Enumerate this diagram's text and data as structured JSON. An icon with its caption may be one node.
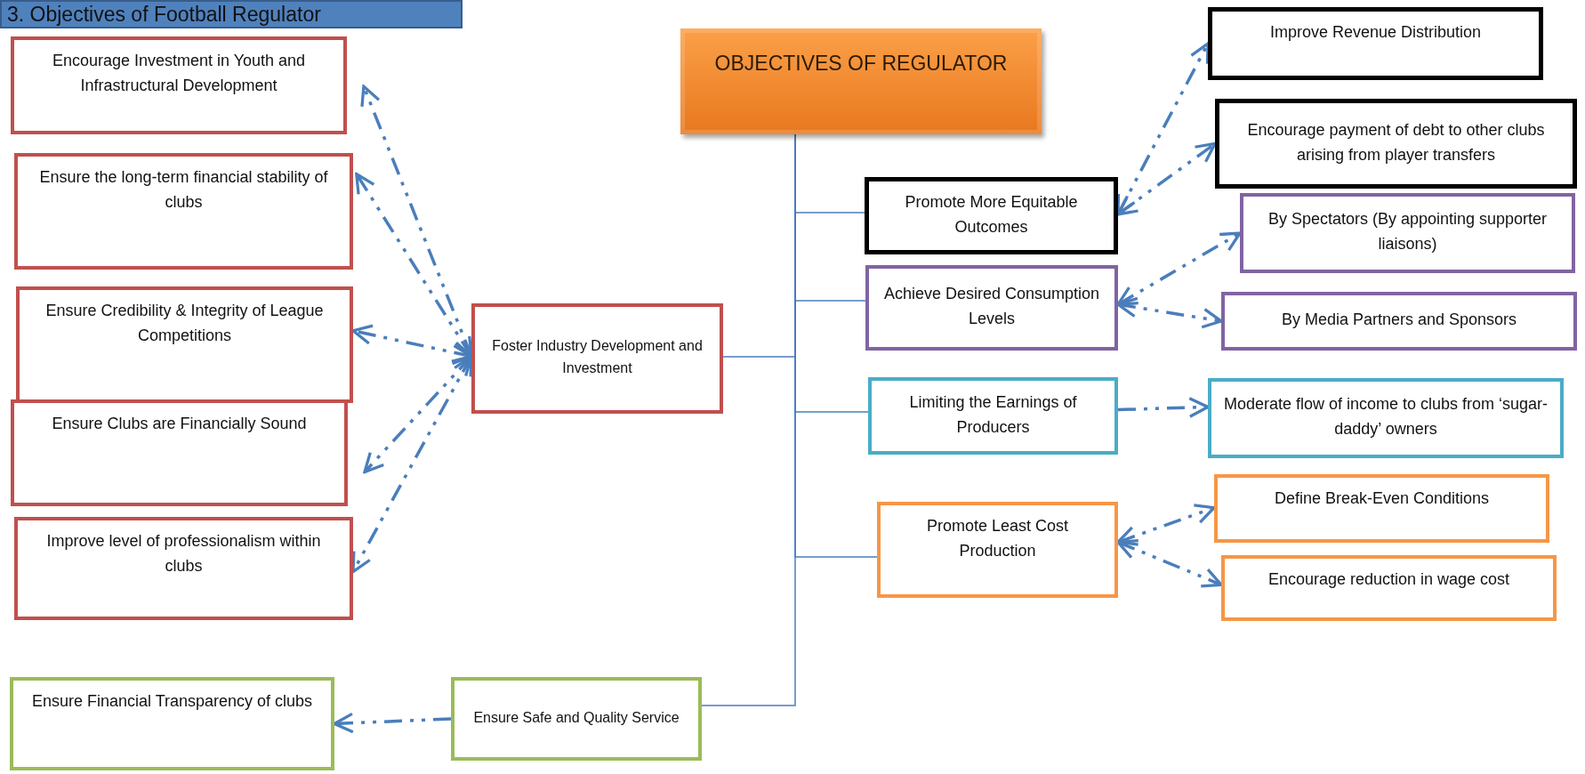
{
  "diagram": {
    "title": "3. Objectives of Football Regulator",
    "nodes": [
      {
        "text": [
          "OBJECTIVES OF REGULATOR"
        ]
      },
      {
        "text": [
          "Foster Industry Development and Investment"
        ]
      },
      {
        "text": [
          "Encourage Investment in Youth and Infrastructural Development"
        ]
      },
      {
        "text": [
          "Ensure the long-term financial stability of clubs"
        ]
      },
      {
        "text": [
          "Ensure Credibility & Integrity of League Competitions"
        ]
      },
      {
        "text": [
          "Ensure Clubs are Financially Sound"
        ]
      },
      {
        "text": [
          "Improve level of professionalism within clubs"
        ]
      },
      {
        "text": [
          "Ensure Safe and Quality Service"
        ]
      },
      {
        "text": [
          "Ensure Financial Transparency of clubs"
        ]
      },
      {
        "text": [
          "Promote More Equitable Outcomes"
        ]
      },
      {
        "text": [
          "Improve Revenue Distribution"
        ]
      },
      {
        "text": [
          "Encourage payment of debt to other clubs arising from player transfers"
        ]
      },
      {
        "text": [
          "Achieve Desired Consumption Levels"
        ]
      },
      {
        "text": [
          "By Spectators (By appointing supporter liaisons)"
        ]
      },
      {
        "text": [
          "By Media Partners and Sponsors"
        ]
      },
      {
        "text": [
          "Limiting the Earnings of Producers"
        ]
      },
      {
        "text": [
          "Moderate flow of income to clubs from ‘sugar-daddy’ owners"
        ]
      },
      {
        "text": [
          "Promote Least Cost Production"
        ]
      },
      {
        "text": [
          "Define Break-Even Conditions"
        ]
      },
      {
        "text": [
          "Encourage reduction in wage cost"
        ]
      }
    ],
    "edges": [
      {
        "from": 0,
        "to": 1,
        "arrow": "none"
      },
      {
        "from": 0,
        "to": 7,
        "arrow": "none"
      },
      {
        "from": 0,
        "to": 9,
        "arrow": "none"
      },
      {
        "from": 0,
        "to": 12,
        "arrow": "none"
      },
      {
        "from": 0,
        "to": 15,
        "arrow": "none"
      },
      {
        "from": 0,
        "to": 17,
        "arrow": "none"
      },
      {
        "from": 1,
        "to": 2,
        "arrow": "both",
        "style": "dashed"
      },
      {
        "from": 1,
        "to": 3,
        "arrow": "both",
        "style": "dashed"
      },
      {
        "from": 1,
        "to": 4,
        "arrow": "both",
        "style": "dashed"
      },
      {
        "from": 1,
        "to": 5,
        "arrow": "both",
        "style": "dashed"
      },
      {
        "from": 1,
        "to": 6,
        "arrow": "both",
        "style": "dashed"
      },
      {
        "from": 7,
        "to": 8,
        "arrow": "to",
        "style": "dashed"
      },
      {
        "from": 9,
        "to": 10,
        "arrow": "both",
        "style": "dashed"
      },
      {
        "from": 9,
        "to": 11,
        "arrow": "both",
        "style": "dashed"
      },
      {
        "from": 12,
        "to": 13,
        "arrow": "both",
        "style": "dashed"
      },
      {
        "from": 12,
        "to": 14,
        "arrow": "both",
        "style": "dashed"
      },
      {
        "from": 15,
        "to": 16,
        "arrow": "to",
        "style": "dashed"
      },
      {
        "from": 17,
        "to": 18,
        "arrow": "both",
        "style": "dashed"
      },
      {
        "from": 17,
        "to": 19,
        "arrow": "both",
        "style": "dashed"
      }
    ]
  }
}
